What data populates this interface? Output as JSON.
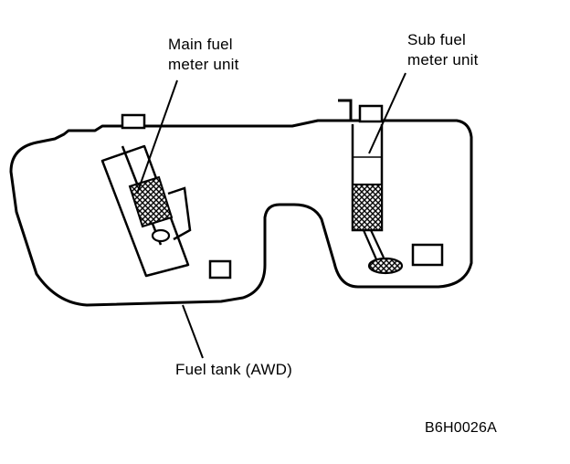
{
  "labels": {
    "main_unit": [
      "Main fuel",
      "meter unit"
    ],
    "sub_unit": [
      "Sub fuel",
      "meter unit"
    ],
    "tank": "Fuel tank (AWD)",
    "figure_code": "B6H0026A"
  },
  "colors": {
    "line": "#000000",
    "background": "#ffffff"
  }
}
